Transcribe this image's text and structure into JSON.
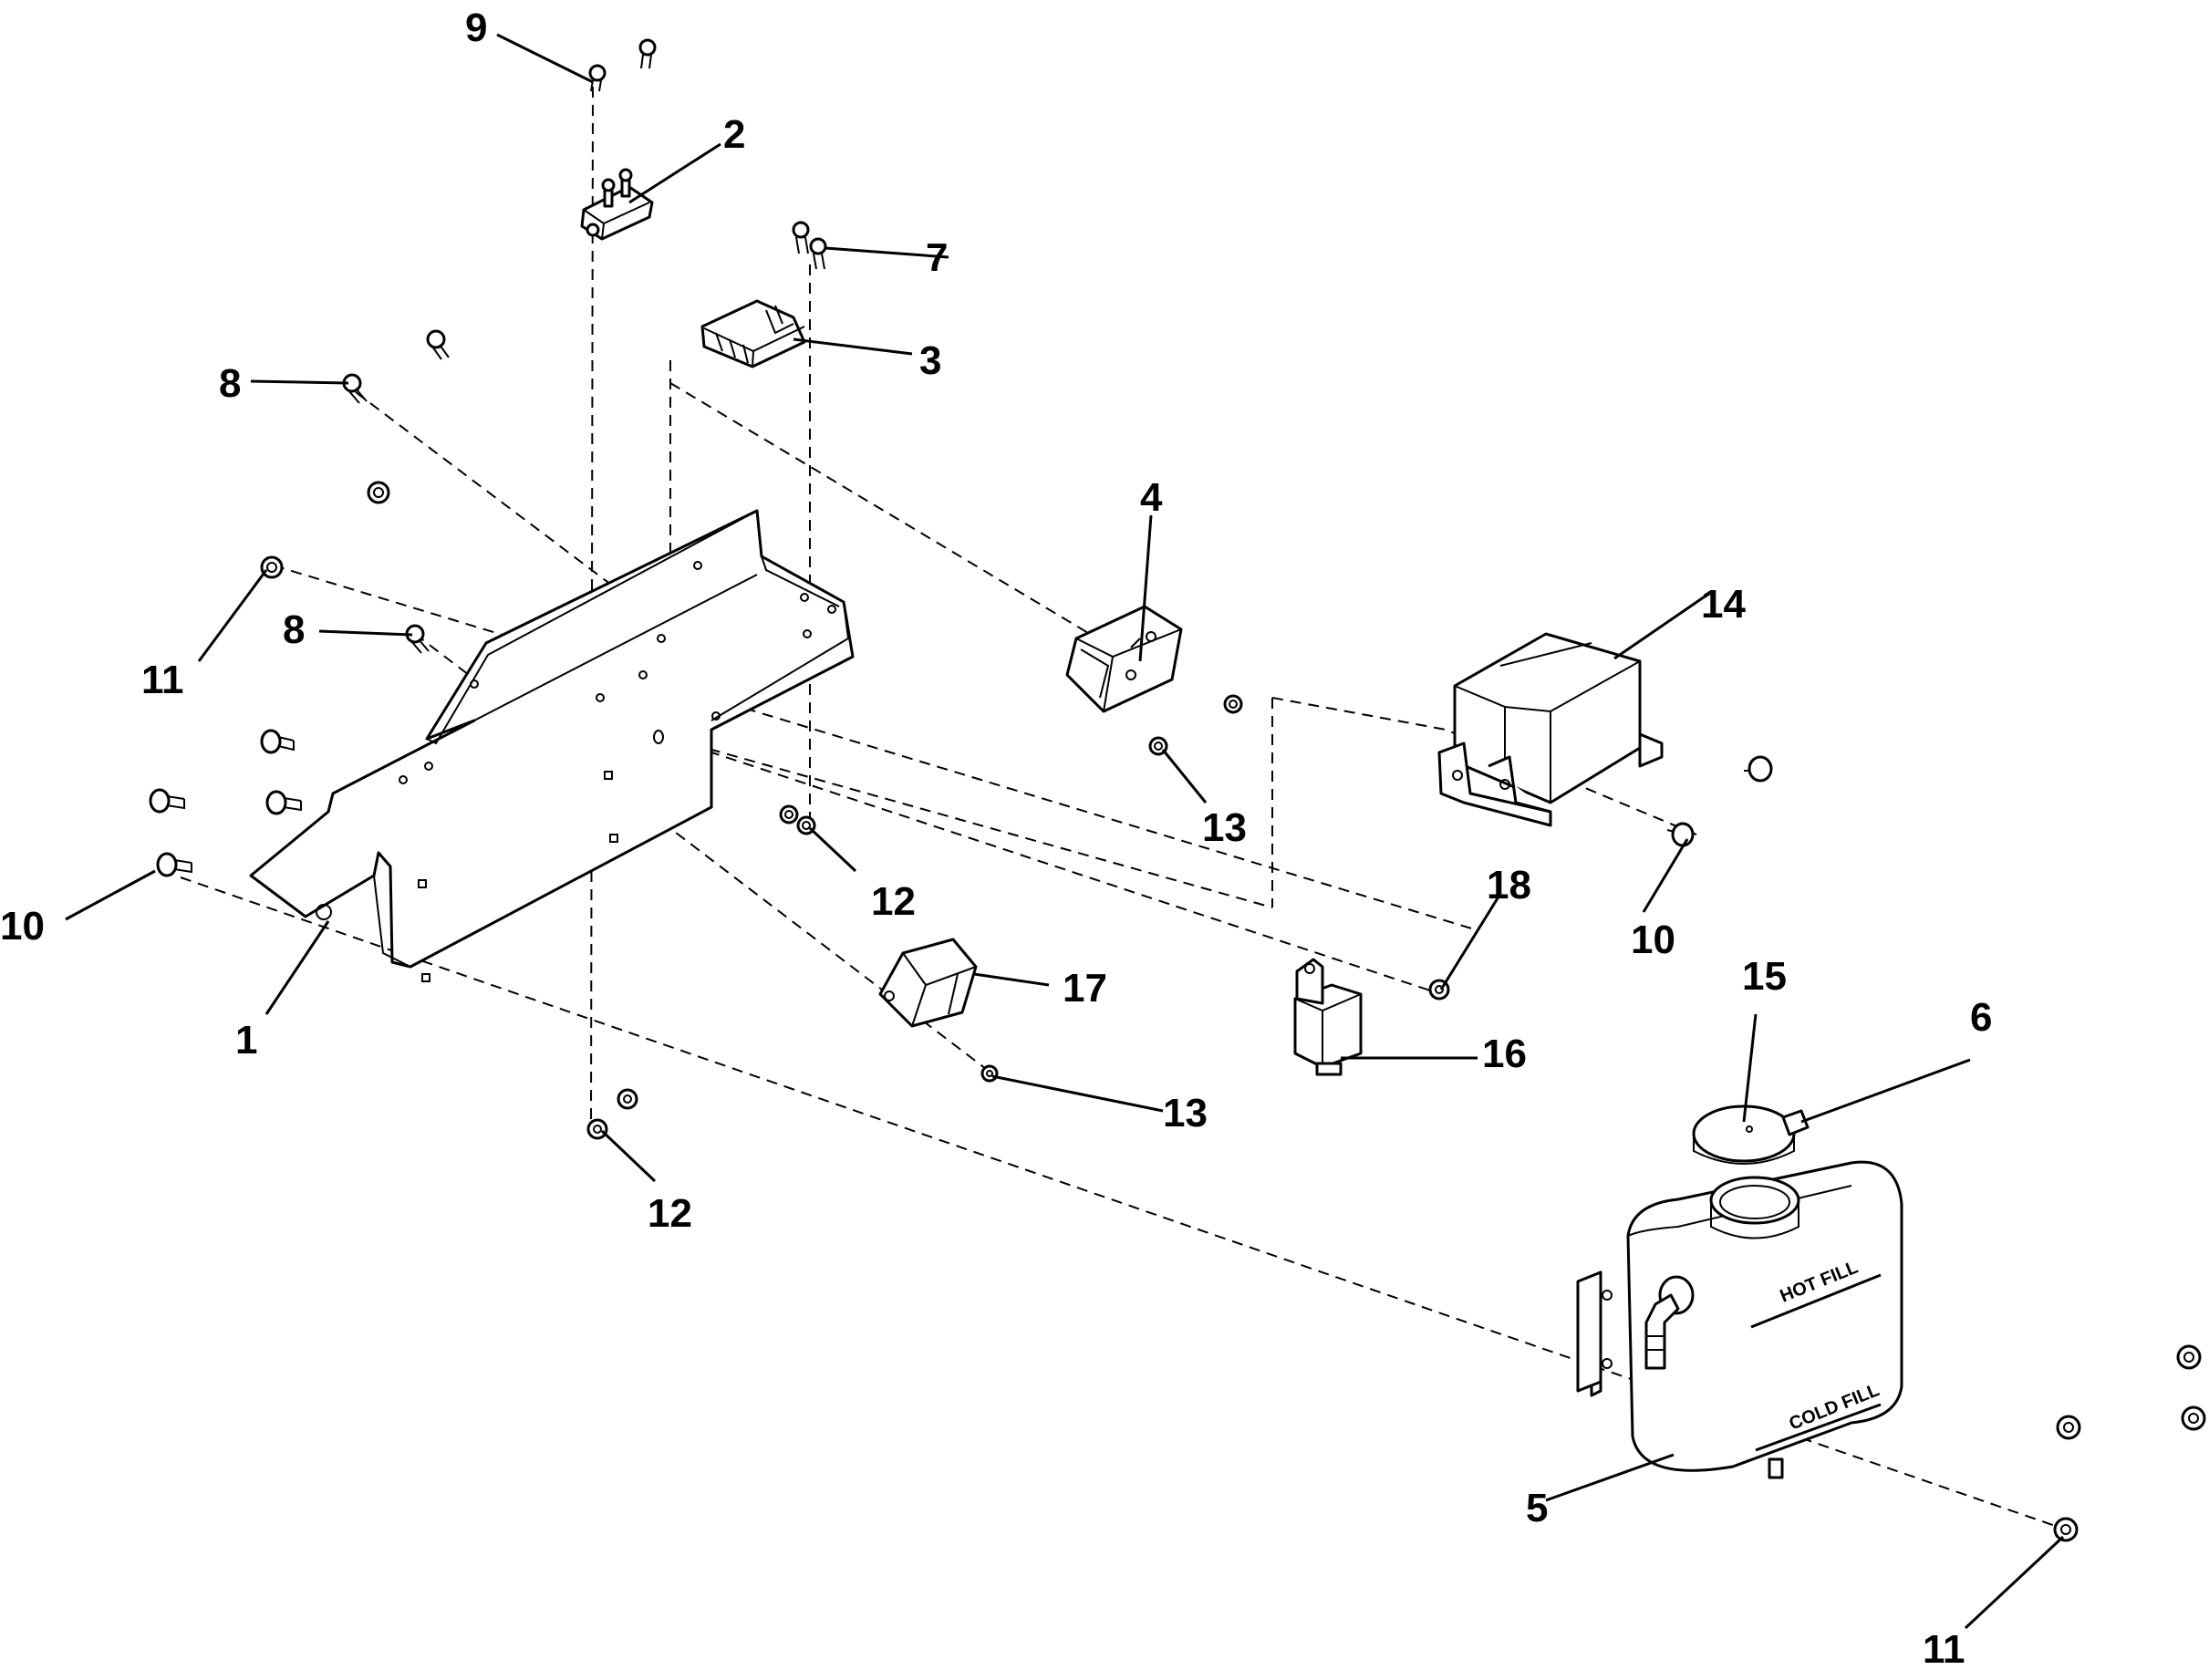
{
  "labels": {
    "l1": "1",
    "l2": "2",
    "l3": "3",
    "l4": "4",
    "l5": "5",
    "l6": "6",
    "l7": "7",
    "l8a": "8",
    "l8b": "8",
    "l9": "9",
    "l10a": "10",
    "l10b": "10",
    "l11a": "11",
    "l11b": "11",
    "l12a": "12",
    "l12b": "12",
    "l13a": "13",
    "l13b": "13",
    "l14": "14",
    "l15": "15",
    "l16": "16",
    "l17": "17",
    "l18": "18"
  },
  "tank": {
    "hot_fill": "HOT FILL",
    "cold_fill": "COLD FILL"
  },
  "colors": {
    "line": "#000000",
    "background": "#ffffff"
  }
}
